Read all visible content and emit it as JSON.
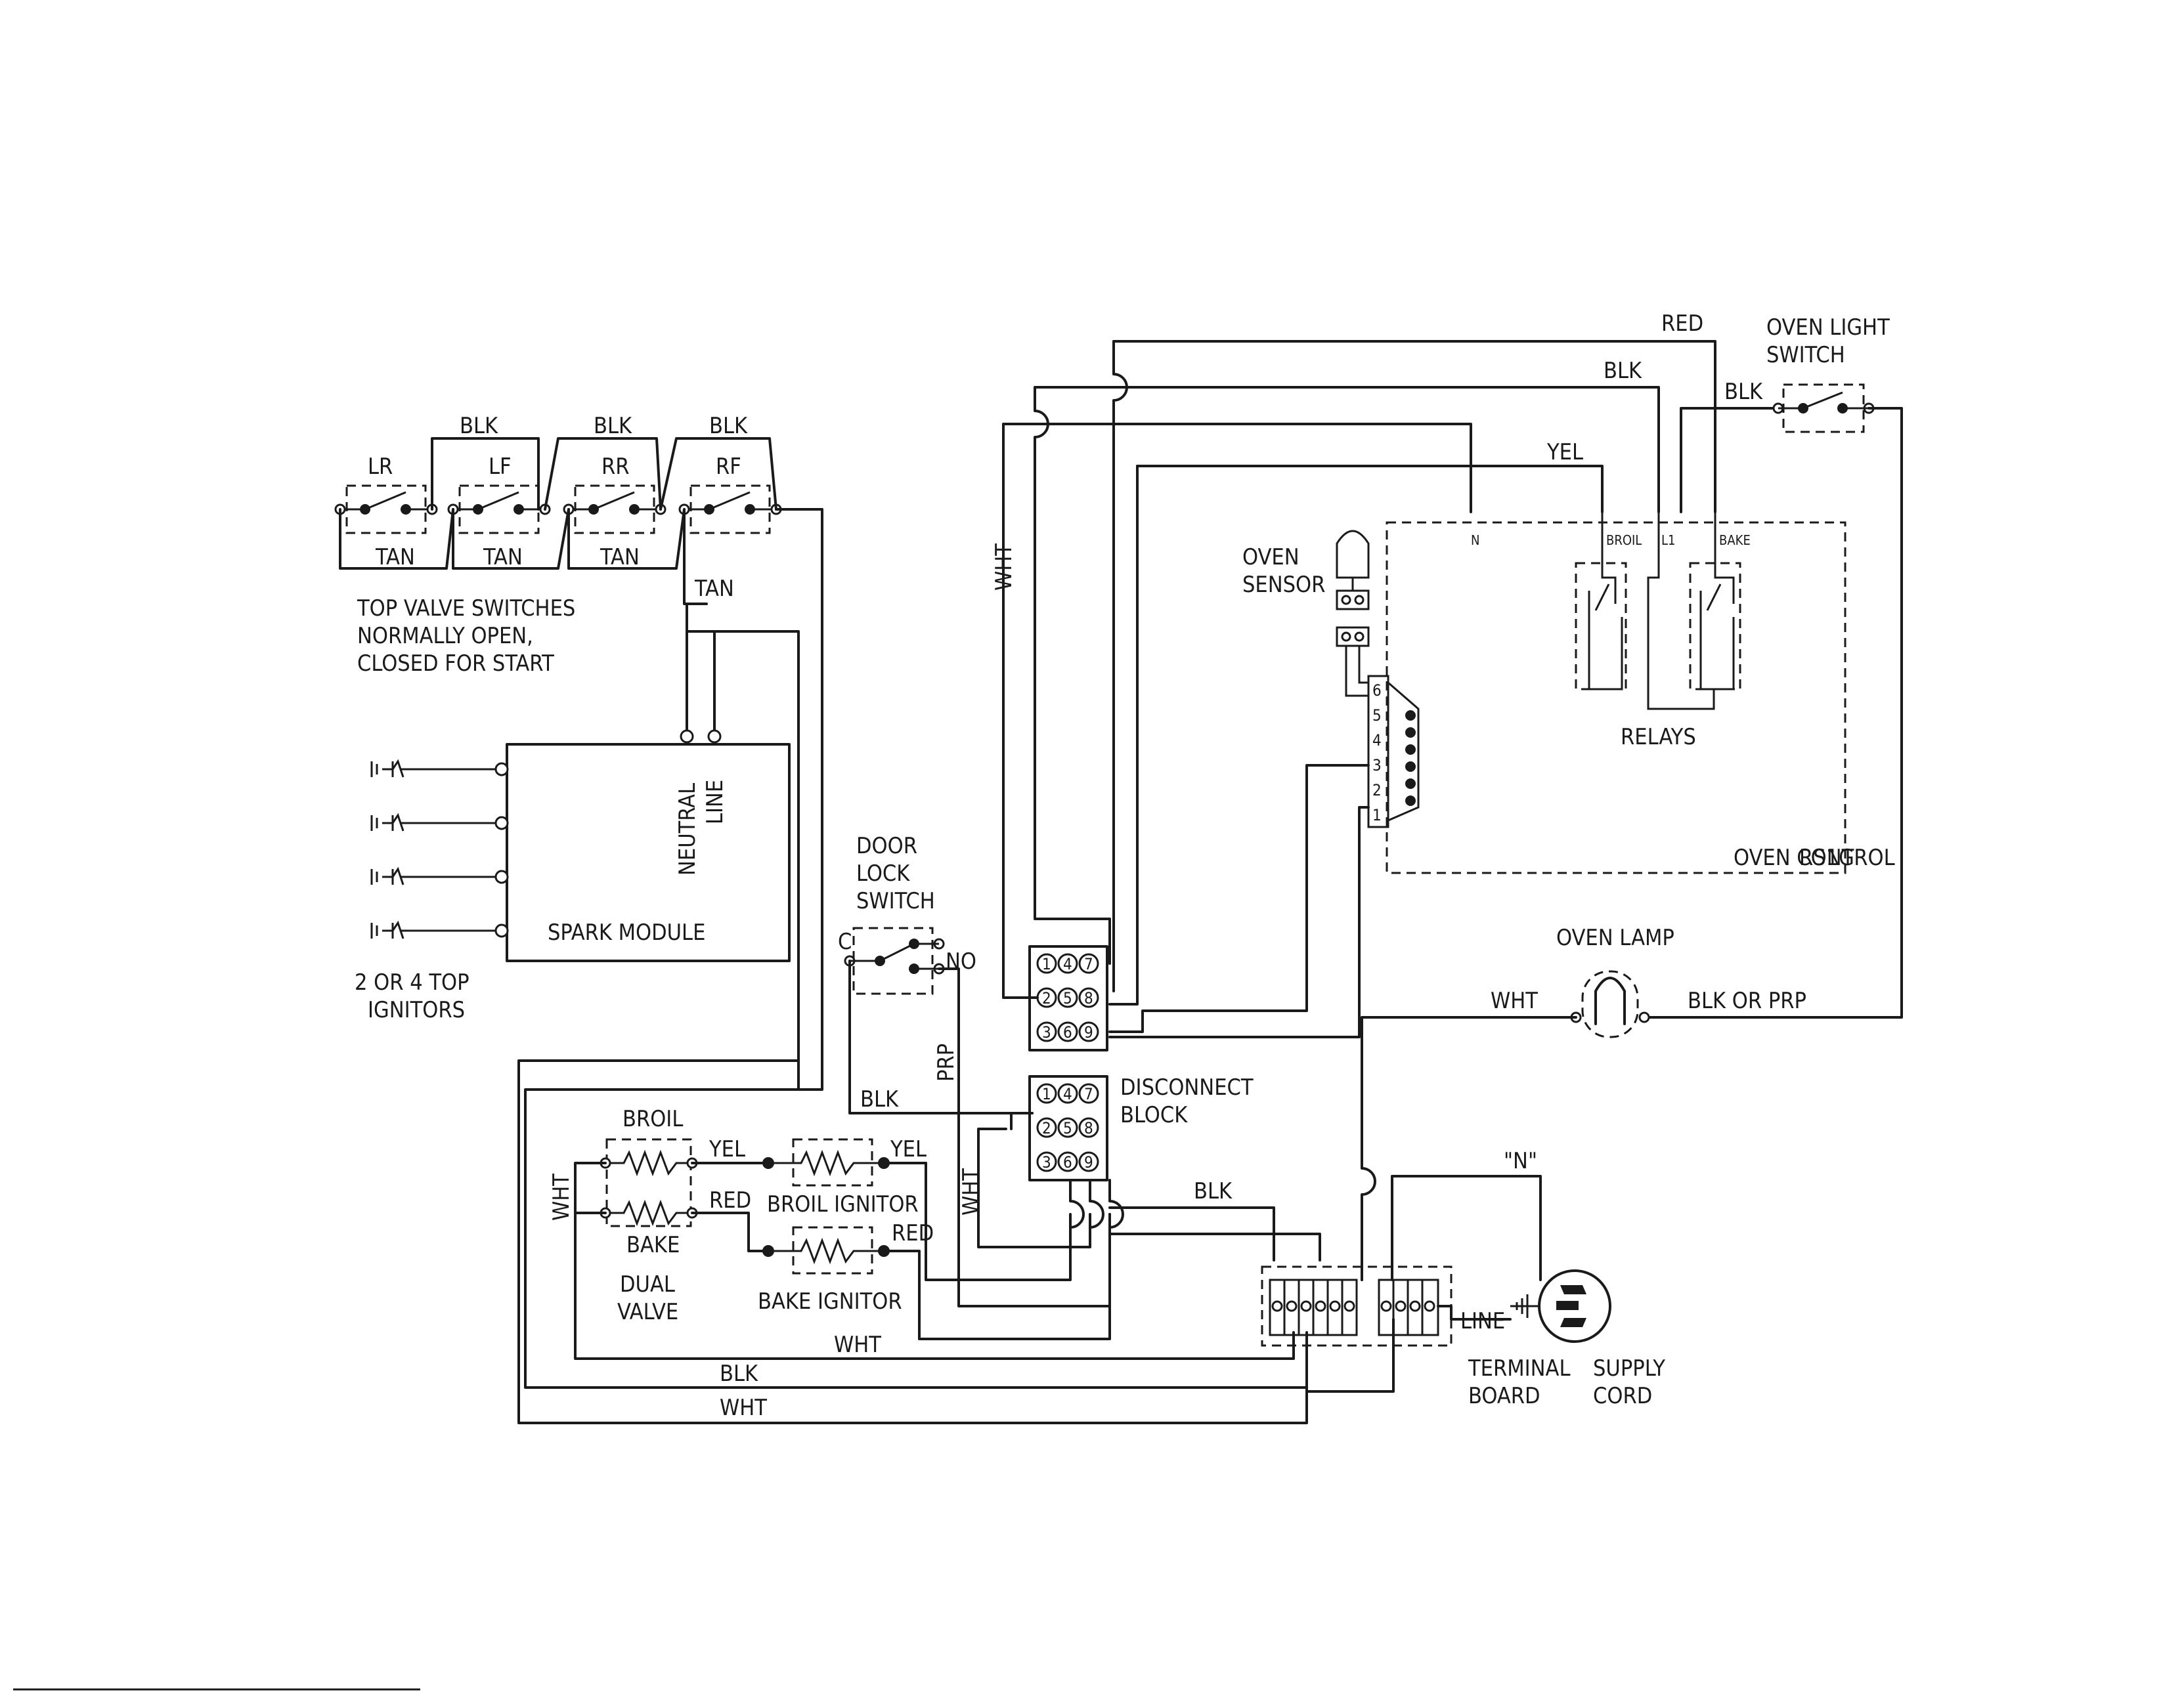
{
  "switches": {
    "lr": "LR",
    "lf": "LF",
    "rr": "RR",
    "rf": "RF",
    "blk_1": "BLK",
    "blk_2": "BLK",
    "blk_3": "BLK",
    "tan_1": "TAN",
    "tan_2": "TAN",
    "tan_3": "TAN",
    "tan_4": "TAN",
    "note_line1": "TOP VALVE SWITCHES",
    "note_line2": "NORMALLY OPEN,",
    "note_line3": "CLOSED FOR START"
  },
  "spark_module": {
    "label": "SPARK MODULE",
    "neutral": "NEUTRAL",
    "line": "LINE",
    "ignitors_line1": "2 OR 4 TOP",
    "ignitors_line2": "IGNITORS"
  },
  "door_lock": {
    "line1": "DOOR",
    "line2": "LOCK",
    "line3": "SWITCH",
    "c": "C",
    "no": "NO",
    "prp": "PRP",
    "blk": "BLK"
  },
  "oven_control": {
    "label": "OVEN CONTROL",
    "model": "RS1G",
    "relays": "RELAYS",
    "n": "N",
    "broil": "BROIL",
    "l1": "L1",
    "bake": "BAKE",
    "red": "RED",
    "blk": "BLK",
    "yel": "YEL",
    "wht": "WHT",
    "sensor_line1": "OVEN",
    "sensor_line2": "SENSOR",
    "pins": [
      "6",
      "5",
      "4",
      "3",
      "2",
      "1"
    ]
  },
  "oven_light": {
    "switch_line1": "OVEN LIGHT",
    "switch_line2": "SWITCH",
    "blk": "BLK",
    "lamp": "OVEN LAMP",
    "wht": "WHT",
    "blk_or_prp": "BLK OR PRP"
  },
  "disconnect": {
    "label_line1": "DISCONNECT",
    "label_line2": "BLOCK",
    "upper_pins": [
      "1",
      "4",
      "7",
      "2",
      "5",
      "8",
      "3",
      "6",
      "9"
    ],
    "lower_pins": [
      "1",
      "4",
      "7",
      "2",
      "5",
      "8",
      "3",
      "6",
      "9"
    ],
    "wht": "WHT",
    "blk": "BLK"
  },
  "burners": {
    "broil": "BROIL",
    "bake": "BAKE",
    "dual_line1": "DUAL",
    "dual_line2": "VALVE",
    "wht": "WHT",
    "yel_1": "YEL",
    "yel_2": "YEL",
    "red_1": "RED",
    "red_2": "RED",
    "broil_ignitor": "BROIL IGNITOR",
    "bake_ignitor": "BAKE IGNITOR"
  },
  "bottom": {
    "wht_1": "WHT",
    "blk": "BLK",
    "wht_2": "WHT"
  },
  "supply": {
    "n": "\"N\"",
    "line": "LINE",
    "terminal_line1": "TERMINAL",
    "terminal_line2": "BOARD",
    "cord_line1": "SUPPLY",
    "cord_line2": "CORD"
  }
}
